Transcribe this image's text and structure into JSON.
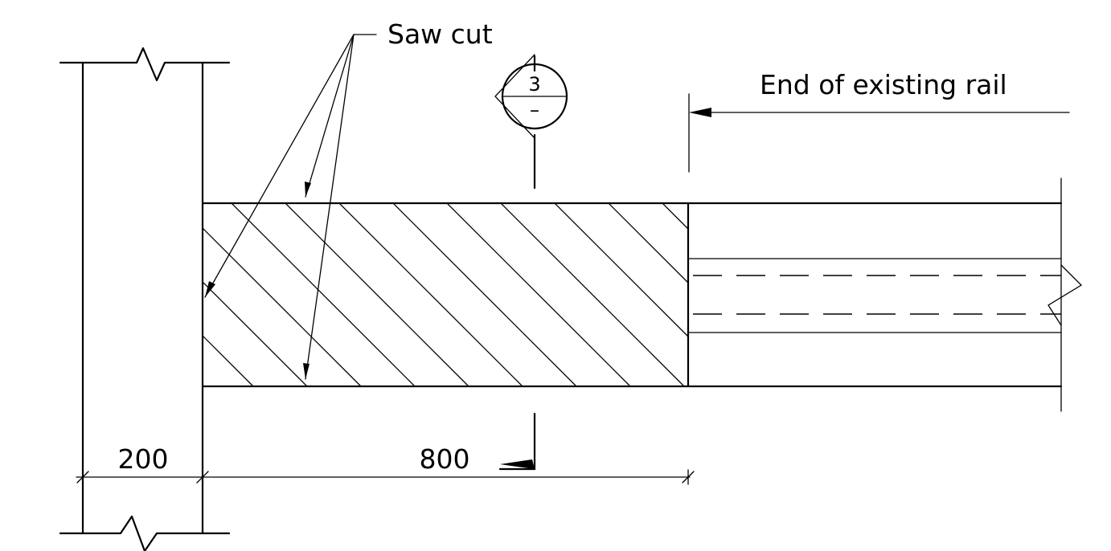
{
  "labels": {
    "saw_cut": "Saw cut",
    "end_of_rail": "End of existing rail",
    "dim_wall": "200",
    "dim_cut": "800"
  },
  "section_marker": {
    "number": "3",
    "sheet": "–"
  }
}
